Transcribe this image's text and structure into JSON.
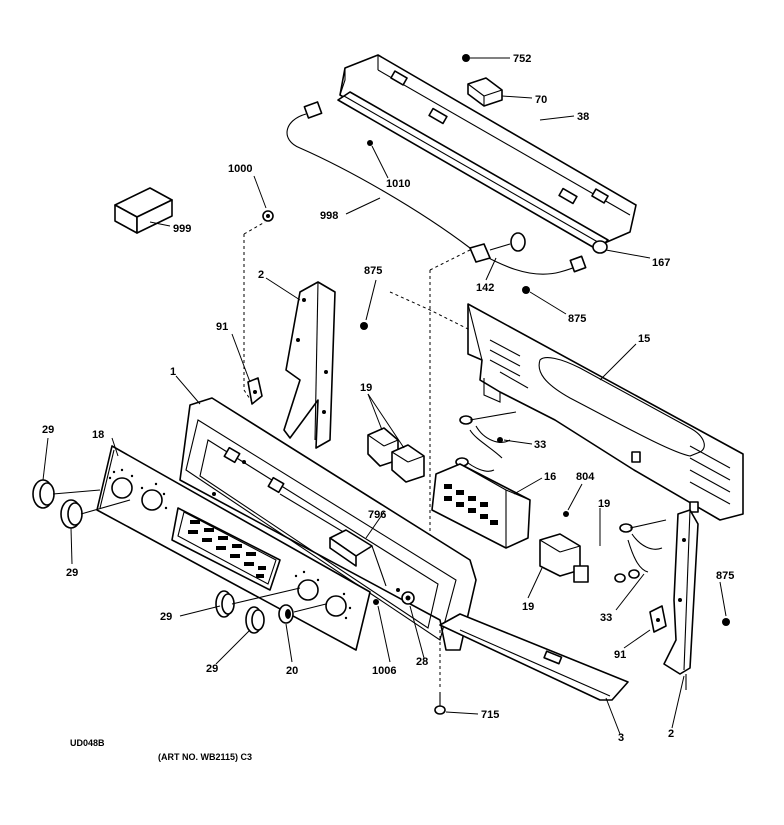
{
  "callouts": {
    "c752": "752",
    "c70": "70",
    "c38": "38",
    "c1010": "1010",
    "c1000": "1000",
    "c999": "999",
    "c998": "998",
    "c167": "167",
    "c142": "142",
    "c875a": "875",
    "c875b": "875",
    "c875c": "875",
    "c2a": "2",
    "c2b": "2",
    "c91a": "91",
    "c91b": "91",
    "c15": "15",
    "c1": "1",
    "c18": "18",
    "c19a": "19",
    "c19b": "19",
    "c19c": "19",
    "c33a": "33",
    "c33b": "33",
    "c16": "16",
    "c804": "804",
    "c29a": "29",
    "c29b": "29",
    "c29c": "29",
    "c29d": "29",
    "c796": "796",
    "c20": "20",
    "c1006": "1006",
    "c28": "28",
    "c3": "3",
    "c715": "715"
  },
  "footer": {
    "code": "UD048B",
    "art_number": "(ART NO. WB2115) C3"
  }
}
